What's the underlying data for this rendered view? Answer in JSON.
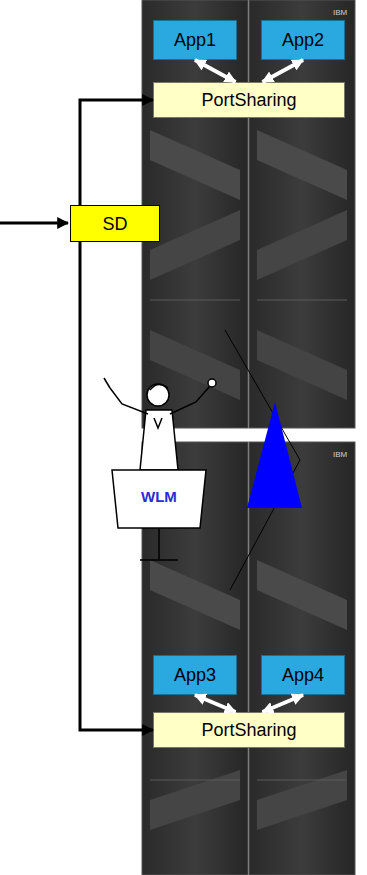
{
  "diagram": {
    "nodes": [
      {
        "text": [
          "App1"
        ]
      },
      {
        "text": [
          "App2"
        ]
      },
      {
        "text": [
          "PortSharing"
        ]
      },
      {
        "text": [
          "SD"
        ]
      },
      {
        "text": [
          "App3"
        ]
      },
      {
        "text": [
          "App4"
        ]
      },
      {
        "text": [
          "PortSharing"
        ]
      }
    ],
    "edges": [
      {
        "from": 3,
        "to": 2,
        "arrow": "to"
      },
      {
        "from": 3,
        "to": 6,
        "arrow": "to"
      },
      {
        "from": 2,
        "to": 0,
        "arrow": "both"
      },
      {
        "from": 2,
        "to": 1,
        "arrow": "both"
      },
      {
        "from": 6,
        "to": 4,
        "arrow": "both"
      },
      {
        "from": 6,
        "to": 5,
        "arrow": "both"
      }
    ],
    "labels": [
      "IBM",
      "WLM",
      "IBM"
    ]
  }
}
